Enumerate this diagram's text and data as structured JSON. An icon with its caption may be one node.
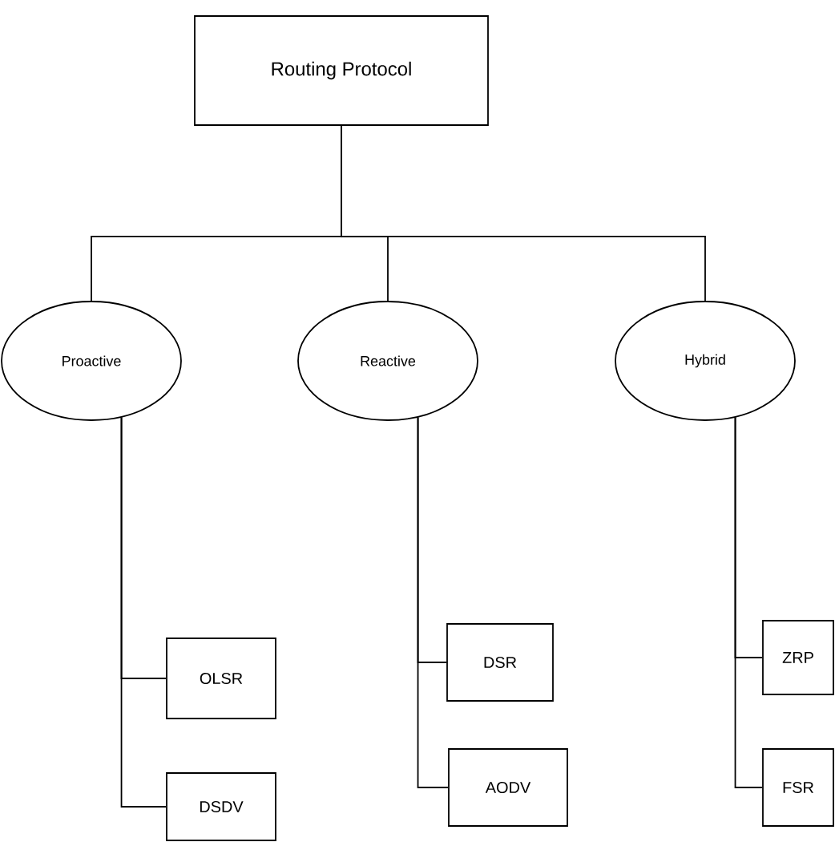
{
  "diagram": {
    "nodes": [
      {
        "text": [
          "Routing Protocol"
        ]
      },
      {
        "text": [
          "Proactive"
        ]
      },
      {
        "text": [
          "Reactive"
        ]
      },
      {
        "text": [
          "Hybrid"
        ]
      },
      {
        "text": [
          "OLSR"
        ]
      },
      {
        "text": [
          "DSDV"
        ]
      },
      {
        "text": [
          "DSR"
        ]
      },
      {
        "text": [
          "AODV"
        ]
      },
      {
        "text": [
          "ZRP"
        ]
      },
      {
        "text": [
          "FSR"
        ]
      }
    ],
    "edges": [
      {
        "from": 0,
        "to": 1,
        "arrow": "none"
      },
      {
        "from": 0,
        "to": 2,
        "arrow": "none"
      },
      {
        "from": 0,
        "to": 3,
        "arrow": "none"
      },
      {
        "from": 1,
        "to": 4,
        "arrow": "none"
      },
      {
        "from": 1,
        "to": 5,
        "arrow": "none"
      },
      {
        "from": 2,
        "to": 6,
        "arrow": "none"
      },
      {
        "from": 2,
        "to": 7,
        "arrow": "none"
      },
      {
        "from": 3,
        "to": 8,
        "arrow": "none"
      },
      {
        "from": 3,
        "to": 9,
        "arrow": "none"
      }
    ]
  }
}
